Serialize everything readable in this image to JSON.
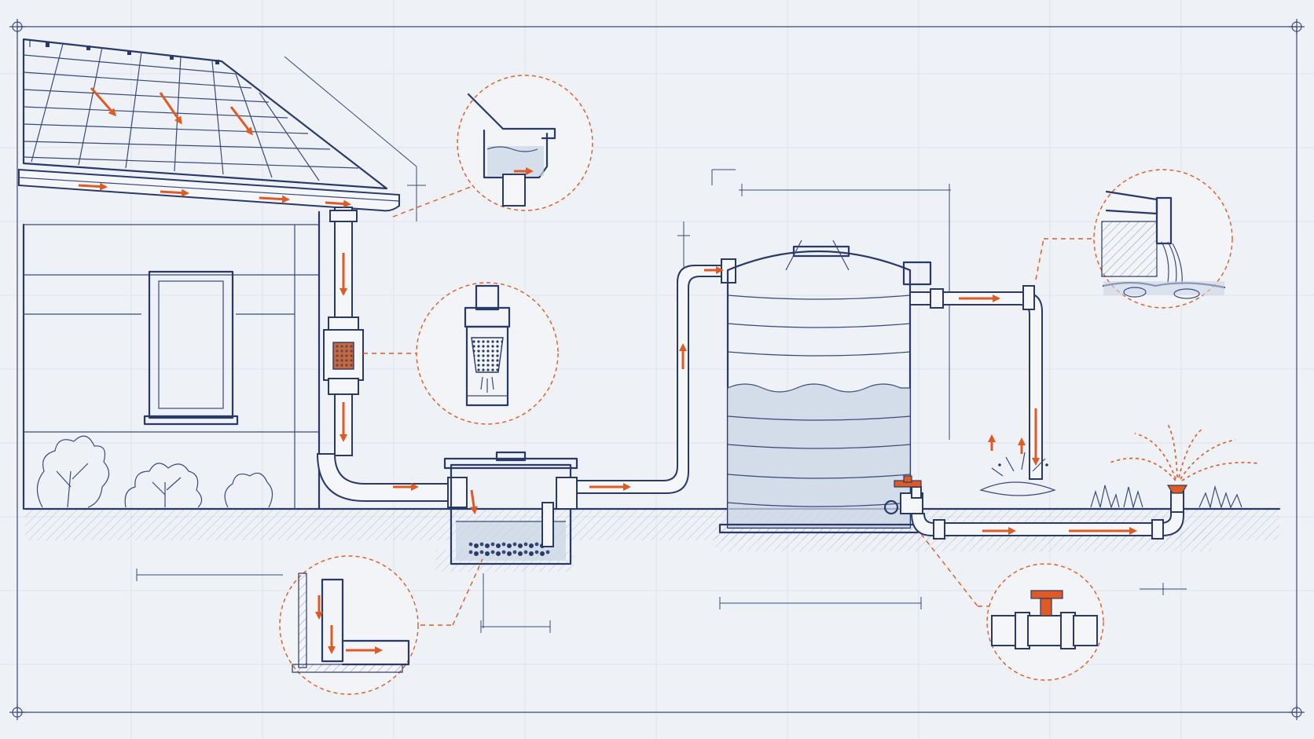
{
  "diagram": {
    "description_text": "",
    "colors": {
      "background": "#eef1f6",
      "line": "#2a3a68",
      "flow_arrow": "#e05a24",
      "water": "#c9d5e6"
    },
    "components": [
      "roof",
      "gutter",
      "downspout",
      "leaf-filter",
      "settling-tank",
      "storage-tank",
      "overflow-pipe",
      "outlet-valve",
      "irrigation-sprinkler"
    ],
    "detail_callouts": [
      "gutter-detail",
      "filter-detail",
      "settling-tank-detail",
      "overflow-detail",
      "valve-detail"
    ]
  }
}
